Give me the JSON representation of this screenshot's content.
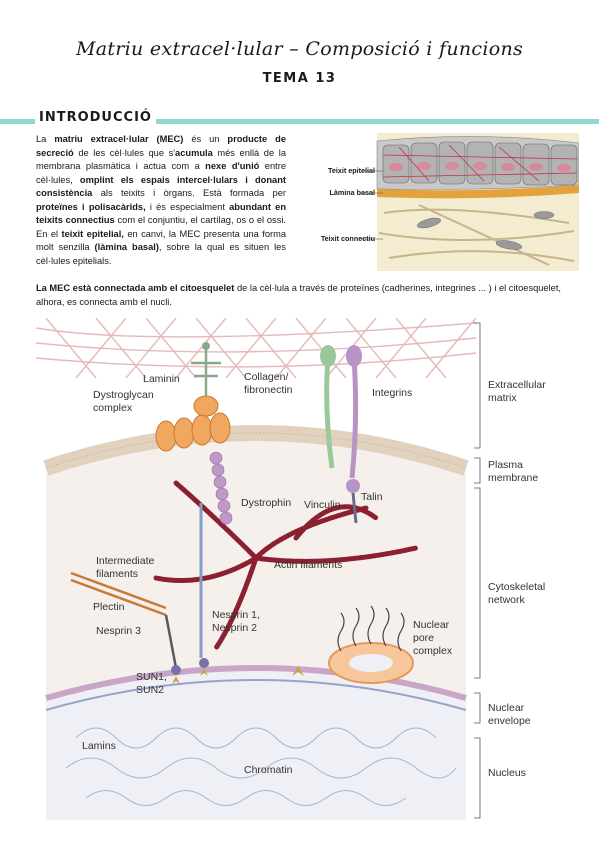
{
  "title": "Matriu extracel·lular – Composició i funcions",
  "subtitle": "TEMA 13",
  "section": "INTRODUCCIÓ",
  "intro": {
    "t1": "La ",
    "b1": "matriu extracel·lular (MEC)",
    "t2": " és un ",
    "b2": "producte de secreció",
    "t3": " de les cèl·lules que s'",
    "b3": "acumula",
    "t4": " més enllà de la membrana plasmàtica i actua com a ",
    "b4": "nexe d'unió",
    "t5": " entre cèl·lules, ",
    "b5": "omplint els espais intercel·lulars i donant consistència",
    "t6": " als teixits i òrgans. Està formada per ",
    "b6": "proteïnes i polisacàrids,",
    "t7": " i és especialment ",
    "b7": "abundant en teixits connectius",
    "t8": " com el conjuntiu, el cartílag, os o el ossi. En el ",
    "b8": "teixit epitelial,",
    "t9": " en canvi, la MEC presenta una forma molt senzilla ",
    "b9": "(làmina basal)",
    "t10": ", sobre la qual es situen les cèl·lules epitelials."
  },
  "epithelium_figure": {
    "label_epithelial": "Teixit epitelial",
    "label_basal": "Làmina basal",
    "label_connective": "Teixit connectiu"
  },
  "mec_connection": {
    "b1": "La MEC està connectada amb el citoesquelet",
    "t1": " de la cèl·lula a través de proteïnes (cadherines, integrines ... ) i el citoesquelet, alhora, es connecta amb el nucli."
  },
  "cell_figure": {
    "laminin": "Laminin",
    "collagen": "Collagen/",
    "fibronectin": "fibronectin",
    "integrins": "Integrins",
    "dystroglycan1": "Dystroglycan",
    "dystroglycan2": "complex",
    "dystrophin": "Dystrophin",
    "talin": "Talin",
    "vinculin": "Vinculin",
    "actin": "Actin filaments",
    "intermediate1": "Intermediate",
    "intermediate2": "filaments",
    "plectin": "Plectin",
    "nesprin3": "Nesprin 3",
    "nesprin12a": "Nesprin 1,",
    "nesprin12b": "Nesprin 2",
    "sun1": "SUN1,",
    "sun2": "SUN2",
    "npc1": "Nuclear",
    "npc2": "pore",
    "npc3": "complex",
    "lamins": "Lamins",
    "chromatin": "Chromatin",
    "side_ecm1": "Extracellular",
    "side_ecm2": "matrix",
    "side_pm1": "Plasma",
    "side_pm2": "membrane",
    "side_cyto1": "Cytoskeletal",
    "side_cyto2": "network",
    "side_ne1": "Nuclear",
    "side_ne2": "envelope",
    "side_nucleus": "Nucleus"
  },
  "colors": {
    "accent": "#8fd8d4",
    "actin": "#8a2030",
    "membrane": "#e9d6bf",
    "dystroglycan": "#f0a860",
    "integrin_green": "#9bc89a",
    "integrin_purple": "#b894c6"
  }
}
